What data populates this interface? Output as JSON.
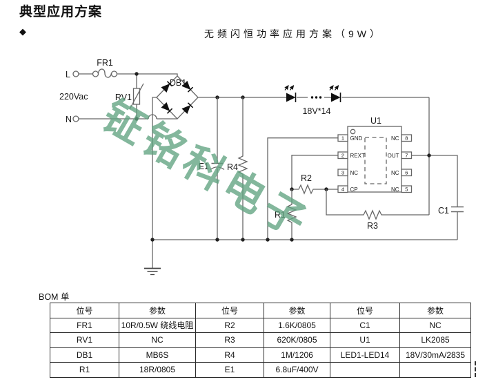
{
  "page": {
    "title": "典型应用方案",
    "bullet": "◆",
    "subtitle": "无频闪恒功率应用方案（9W）"
  },
  "watermark": {
    "text": "钲铭科电子",
    "color": "#60a380"
  },
  "schematic": {
    "labels": {
      "l": "L",
      "n": "N",
      "mains": "220Vac",
      "fr1": "FR1",
      "rv1": "RV1",
      "db1": "DB1",
      "led_string": "18V*14",
      "u1": "U1",
      "e1": "E1",
      "r1": "R1",
      "r2": "R2",
      "r3": "R3",
      "r4": "R4",
      "c1": "C1"
    },
    "u1": {
      "left_pins": [
        {
          "num": "1",
          "name": "GND"
        },
        {
          "num": "2",
          "name": "REXT"
        },
        {
          "num": "3",
          "name": "NC"
        },
        {
          "num": "4",
          "name": "CP"
        }
      ],
      "right_pins": [
        {
          "num": "8",
          "name": "NC"
        },
        {
          "num": "7",
          "name": "OUT"
        },
        {
          "num": "6",
          "name": "NC"
        },
        {
          "num": "5",
          "name": "NC"
        }
      ]
    }
  },
  "bom": {
    "label": "BOM 单",
    "headers": [
      "位号",
      "参数",
      "位号",
      "参数",
      "位号",
      "参数"
    ],
    "rows": [
      [
        "FR1",
        "10R/0.5W 绕线电阻",
        "R2",
        "1.6K/0805",
        "C1",
        "NC"
      ],
      [
        "RV1",
        "NC",
        "R3",
        "620K/0805",
        "U1",
        "LK2085"
      ],
      [
        "DB1",
        "MB6S",
        "R4",
        "1M/1206",
        "LED1-LED14",
        "18V/30mA/2835"
      ],
      [
        "R1",
        "18R/0805",
        "E1",
        "6.8uF/400V",
        "",
        ""
      ]
    ]
  }
}
